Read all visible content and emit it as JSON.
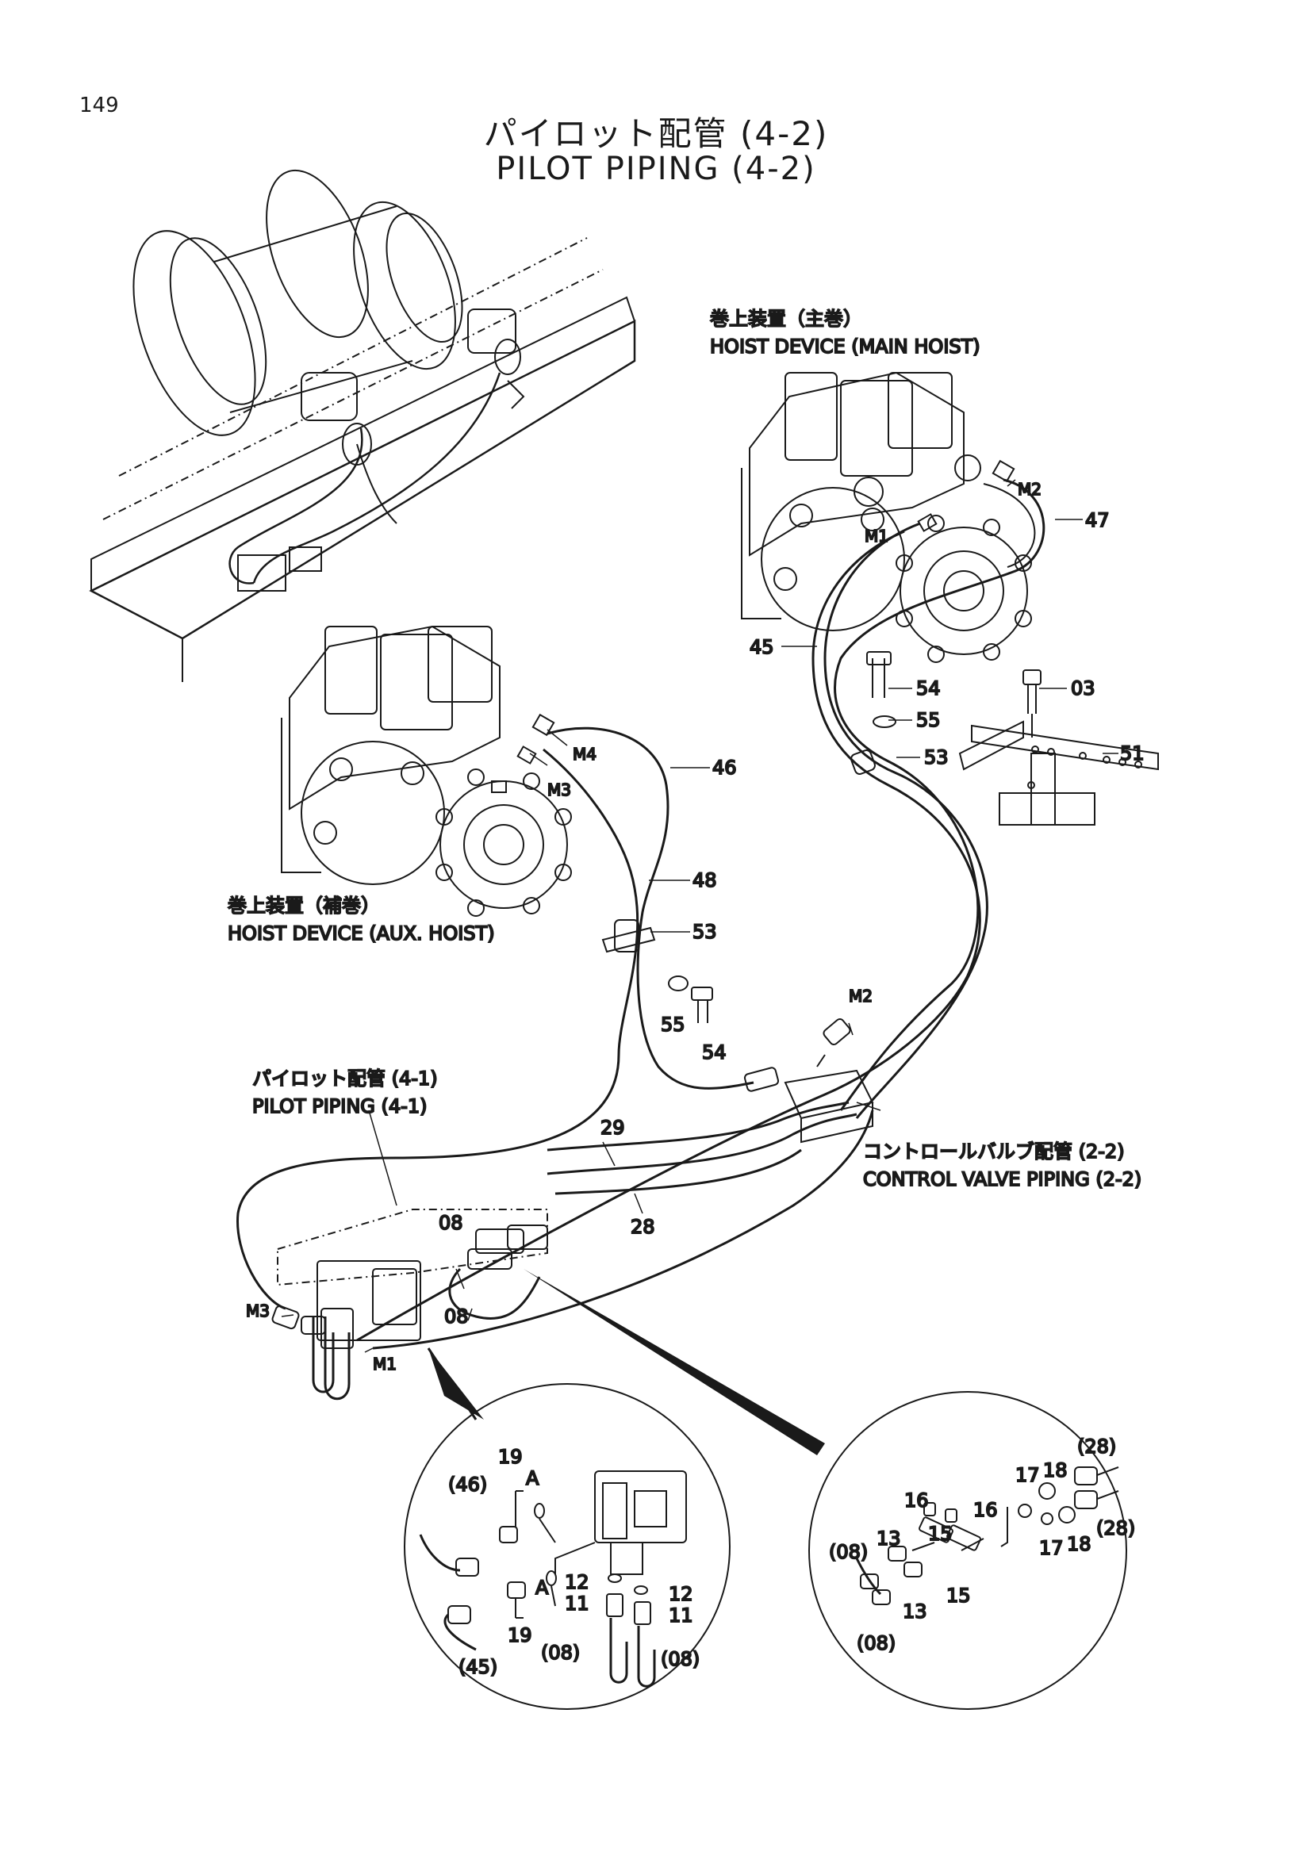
{
  "page_number": "149",
  "title": {
    "jp": "パイロット配管 (4-2)",
    "en": "PILOT PIPING (4-2)"
  },
  "captions": {
    "main_hoist_jp": "巻上装置（主巻）",
    "main_hoist_en": "HOIST DEVICE (MAIN HOIST)",
    "aux_hoist_jp": "巻上装置（補巻）",
    "aux_hoist_en": "HOIST DEVICE (AUX. HOIST)",
    "pilot41_jp": "パイロット配管 (4-1)",
    "pilot41_en": "PILOT PIPING (4-1)",
    "cvp_jp": "コントロールバルブ配管 (2-2)",
    "cvp_en": "CONTROL VALVE PIPING (2-2)"
  },
  "callouts": {
    "p47": "47",
    "p45": "45",
    "p54a": "54",
    "p03": "03",
    "p55a": "55",
    "p53a": "53",
    "p51": "51",
    "p46": "46",
    "p48": "48",
    "p53b": "53",
    "p55b": "55",
    "p54b": "54",
    "p29": "29",
    "p28": "28",
    "p08a": "08",
    "p08b": "08",
    "m2a": "M2",
    "m1a": "M1",
    "m4": "M4",
    "m3a": "M3",
    "m2b": "M2",
    "m3b": "M3",
    "m1b": "M1"
  },
  "detail_left": {
    "d19a": "19",
    "dA1": "A",
    "d46": "(46)",
    "dA2": "A",
    "d19b": "19",
    "d45": "(45)",
    "d12a": "12",
    "d12b": "12",
    "d11a": "11",
    "d11b": "11",
    "d08a": "(08)",
    "d08b": "(08)"
  },
  "detail_right": {
    "r28a": "(28)",
    "r28b": "(28)",
    "r17a": "17",
    "r18a": "18",
    "r16a": "16",
    "r16b": "16",
    "r15a": "15",
    "r13a": "13",
    "r08a": "(08)",
    "r17b": "17",
    "r18b": "18",
    "r15b": "15",
    "r13b": "13",
    "r08b": "(08)"
  }
}
